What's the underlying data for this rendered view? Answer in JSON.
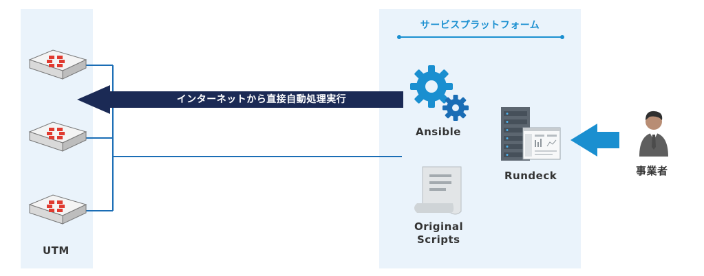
{
  "utm": {
    "label": "UTM"
  },
  "platform": {
    "title": "サービスプラットフォーム"
  },
  "banner": {
    "text": "インターネットから直接自動処理実行"
  },
  "ansible": {
    "label": "Ansible"
  },
  "scripts": {
    "label_line1": "Original",
    "label_line2": "Scripts"
  },
  "rundeck": {
    "label": "Rundeck"
  },
  "operator": {
    "label": "事業者"
  },
  "colors": {
    "panel_bg": "#eaf3fb",
    "accent": "#1a8fd0",
    "banner": "#1b2a55",
    "device_red": "#e03a2f"
  },
  "icons": [
    "utm-device-icon",
    "gears-icon",
    "document-icon",
    "server-rack-icon",
    "dashboard-screen-icon",
    "person-icon"
  ]
}
